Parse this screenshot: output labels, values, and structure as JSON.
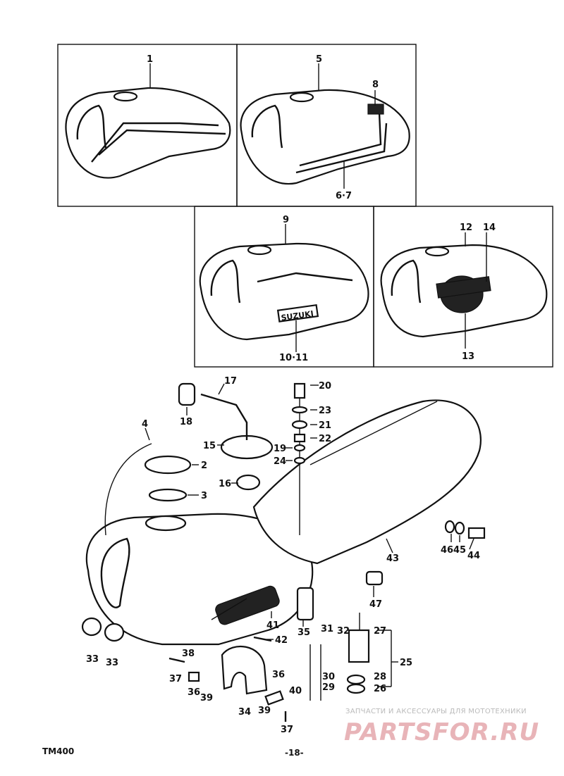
{
  "labels": {
    "p1": "1",
    "p5": "5",
    "p8": "8",
    "p67": "6·7",
    "p9": "9",
    "p1011": "10·11",
    "p12": "12",
    "p14": "14",
    "p13": "13",
    "p17": "17",
    "p18": "18",
    "p20": "20",
    "p23": "23",
    "p21": "21",
    "p22": "22",
    "p19": "19",
    "p24": "24",
    "p15": "15",
    "p16": "16",
    "p4": "4",
    "p2": "2",
    "p3": "3",
    "p46a": "46",
    "p45": "45",
    "p44": "44",
    "p43": "43",
    "p47": "47",
    "p41": "41",
    "p35": "35",
    "p42": "42",
    "p33a": "33",
    "p33b": "33",
    "p38": "38",
    "p37a": "37",
    "p36a": "36",
    "p39a": "39",
    "p34": "34",
    "p36b": "36",
    "p39b": "39",
    "p40": "40",
    "p37b": "37",
    "p31": "31",
    "p32": "32",
    "p27": "27",
    "p25": "25",
    "p28": "28",
    "p30": "30",
    "p29": "29",
    "p26": "26"
  },
  "emblem_text": {
    "tank3": "SUZUKI"
  },
  "footer": {
    "model": "TM400",
    "page": "-18-"
  },
  "watermark": {
    "caption": "ЗАПЧАСТИ И АКСЕССУАРЫ ДЛЯ МОТОТЕХНИКИ",
    "logo": "PARTSFOR.RU"
  }
}
